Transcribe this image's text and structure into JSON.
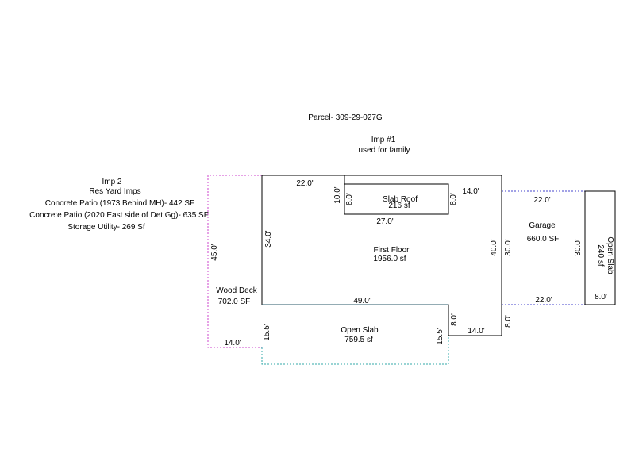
{
  "parcel": "Parcel- 309-29-027G",
  "imp1": {
    "title": "Imp #1",
    "subtitle": "used for family"
  },
  "imp2": {
    "title": "Imp 2",
    "subtitle": "Res Yard Imps",
    "items": [
      "Concrete Patio (1973 Behind MH)- 442 SF",
      "Concrete Patio (2020 East side of Det Gg)- 635 SF",
      "Storage Utility- 269 Sf"
    ]
  },
  "areas": {
    "first_floor": {
      "name": "First Floor",
      "area": "1956.0 sf"
    },
    "slab_roof": {
      "name": "Slab Roof",
      "area": "216 sf"
    },
    "open_slab_south": {
      "name": "Open Slab",
      "area": "759.5 sf"
    },
    "wood_deck": {
      "name": "Wood Deck",
      "area": "702.0 SF"
    },
    "garage": {
      "name": "Garage",
      "area": "660.0 SF"
    },
    "open_slab_east": {
      "name": "Open Slab",
      "area": "240 sf"
    }
  },
  "dimensions": {
    "ff_top": "22.0'",
    "ff_left": "34.0'",
    "ff_bottom": "49.0'",
    "ff_right": "40.0'",
    "notch_right_top": "14.0'",
    "notch_right_bottom": "14.0'",
    "notch_right_vertical": "8.0'",
    "sr_left_outer": "10.0'",
    "sr_left_inner": "8.0'",
    "sr_right": "8.0'",
    "sr_bottom": "27.0'",
    "deck_left": "45.0'",
    "deck_bottom": "14.0'",
    "slab_left": "15.5'",
    "slab_right": "15.5'",
    "garage_top": "22.0'",
    "garage_bottom": "22.0'",
    "garage_left": "30.0'",
    "garage_right": "30.0'",
    "east_slab_bottom": "8.0'",
    "garage_lower_left": "8.0'"
  },
  "colors": {
    "outline": "#000000",
    "deck_dashed": "#cc44cc",
    "slab_dashed": "#33aaaa",
    "garage_dashed": "#4444cc",
    "inner_line": "#2a5a6a"
  }
}
